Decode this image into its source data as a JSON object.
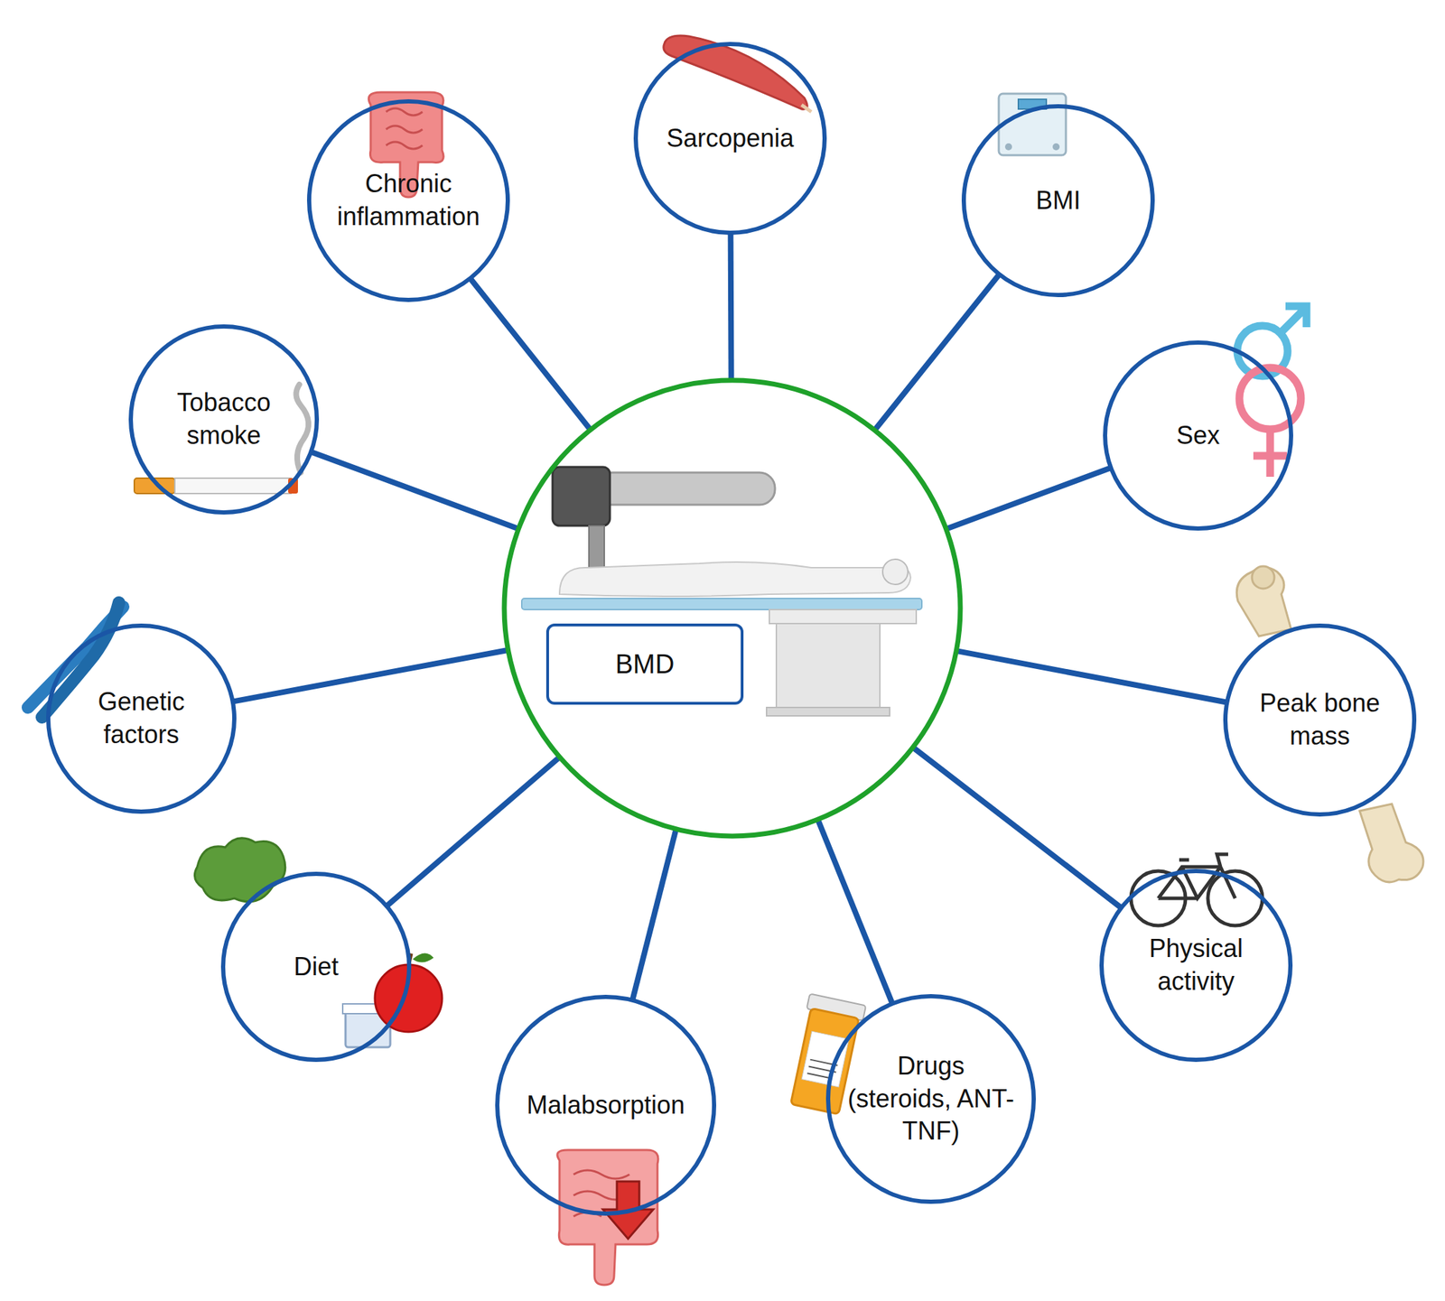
{
  "diagram": {
    "nodes": [
      {
        "text": [
          "BMD"
        ]
      },
      {
        "text": [
          "Chronic inflammation"
        ]
      },
      {
        "text": [
          "Sarcopenia"
        ]
      },
      {
        "text": [
          "BMI"
        ]
      },
      {
        "text": [
          "Sex"
        ]
      },
      {
        "text": [
          "Peak bone mass"
        ]
      },
      {
        "text": [
          "Physical activity"
        ]
      },
      {
        "text": [
          "Drugs (steroids, ANT-TNF)"
        ]
      },
      {
        "text": [
          "Malabsorption"
        ]
      },
      {
        "text": [
          "Diet"
        ]
      },
      {
        "text": [
          "Genetic factors"
        ]
      },
      {
        "text": [
          "Tobacco smoke"
        ]
      }
    ],
    "edges": [
      {
        "from": 0,
        "to": 1,
        "arrow": "none"
      },
      {
        "from": 0,
        "to": 2,
        "arrow": "none"
      },
      {
        "from": 0,
        "to": 3,
        "arrow": "none"
      },
      {
        "from": 0,
        "to": 4,
        "arrow": "none"
      },
      {
        "from": 0,
        "to": 5,
        "arrow": "none"
      },
      {
        "from": 0,
        "to": 6,
        "arrow": "none"
      },
      {
        "from": 0,
        "to": 7,
        "arrow": "none"
      },
      {
        "from": 0,
        "to": 8,
        "arrow": "none"
      },
      {
        "from": 0,
        "to": 9,
        "arrow": "none"
      },
      {
        "from": 0,
        "to": 10,
        "arrow": "none"
      },
      {
        "from": 0,
        "to": 11,
        "arrow": "none"
      }
    ]
  }
}
